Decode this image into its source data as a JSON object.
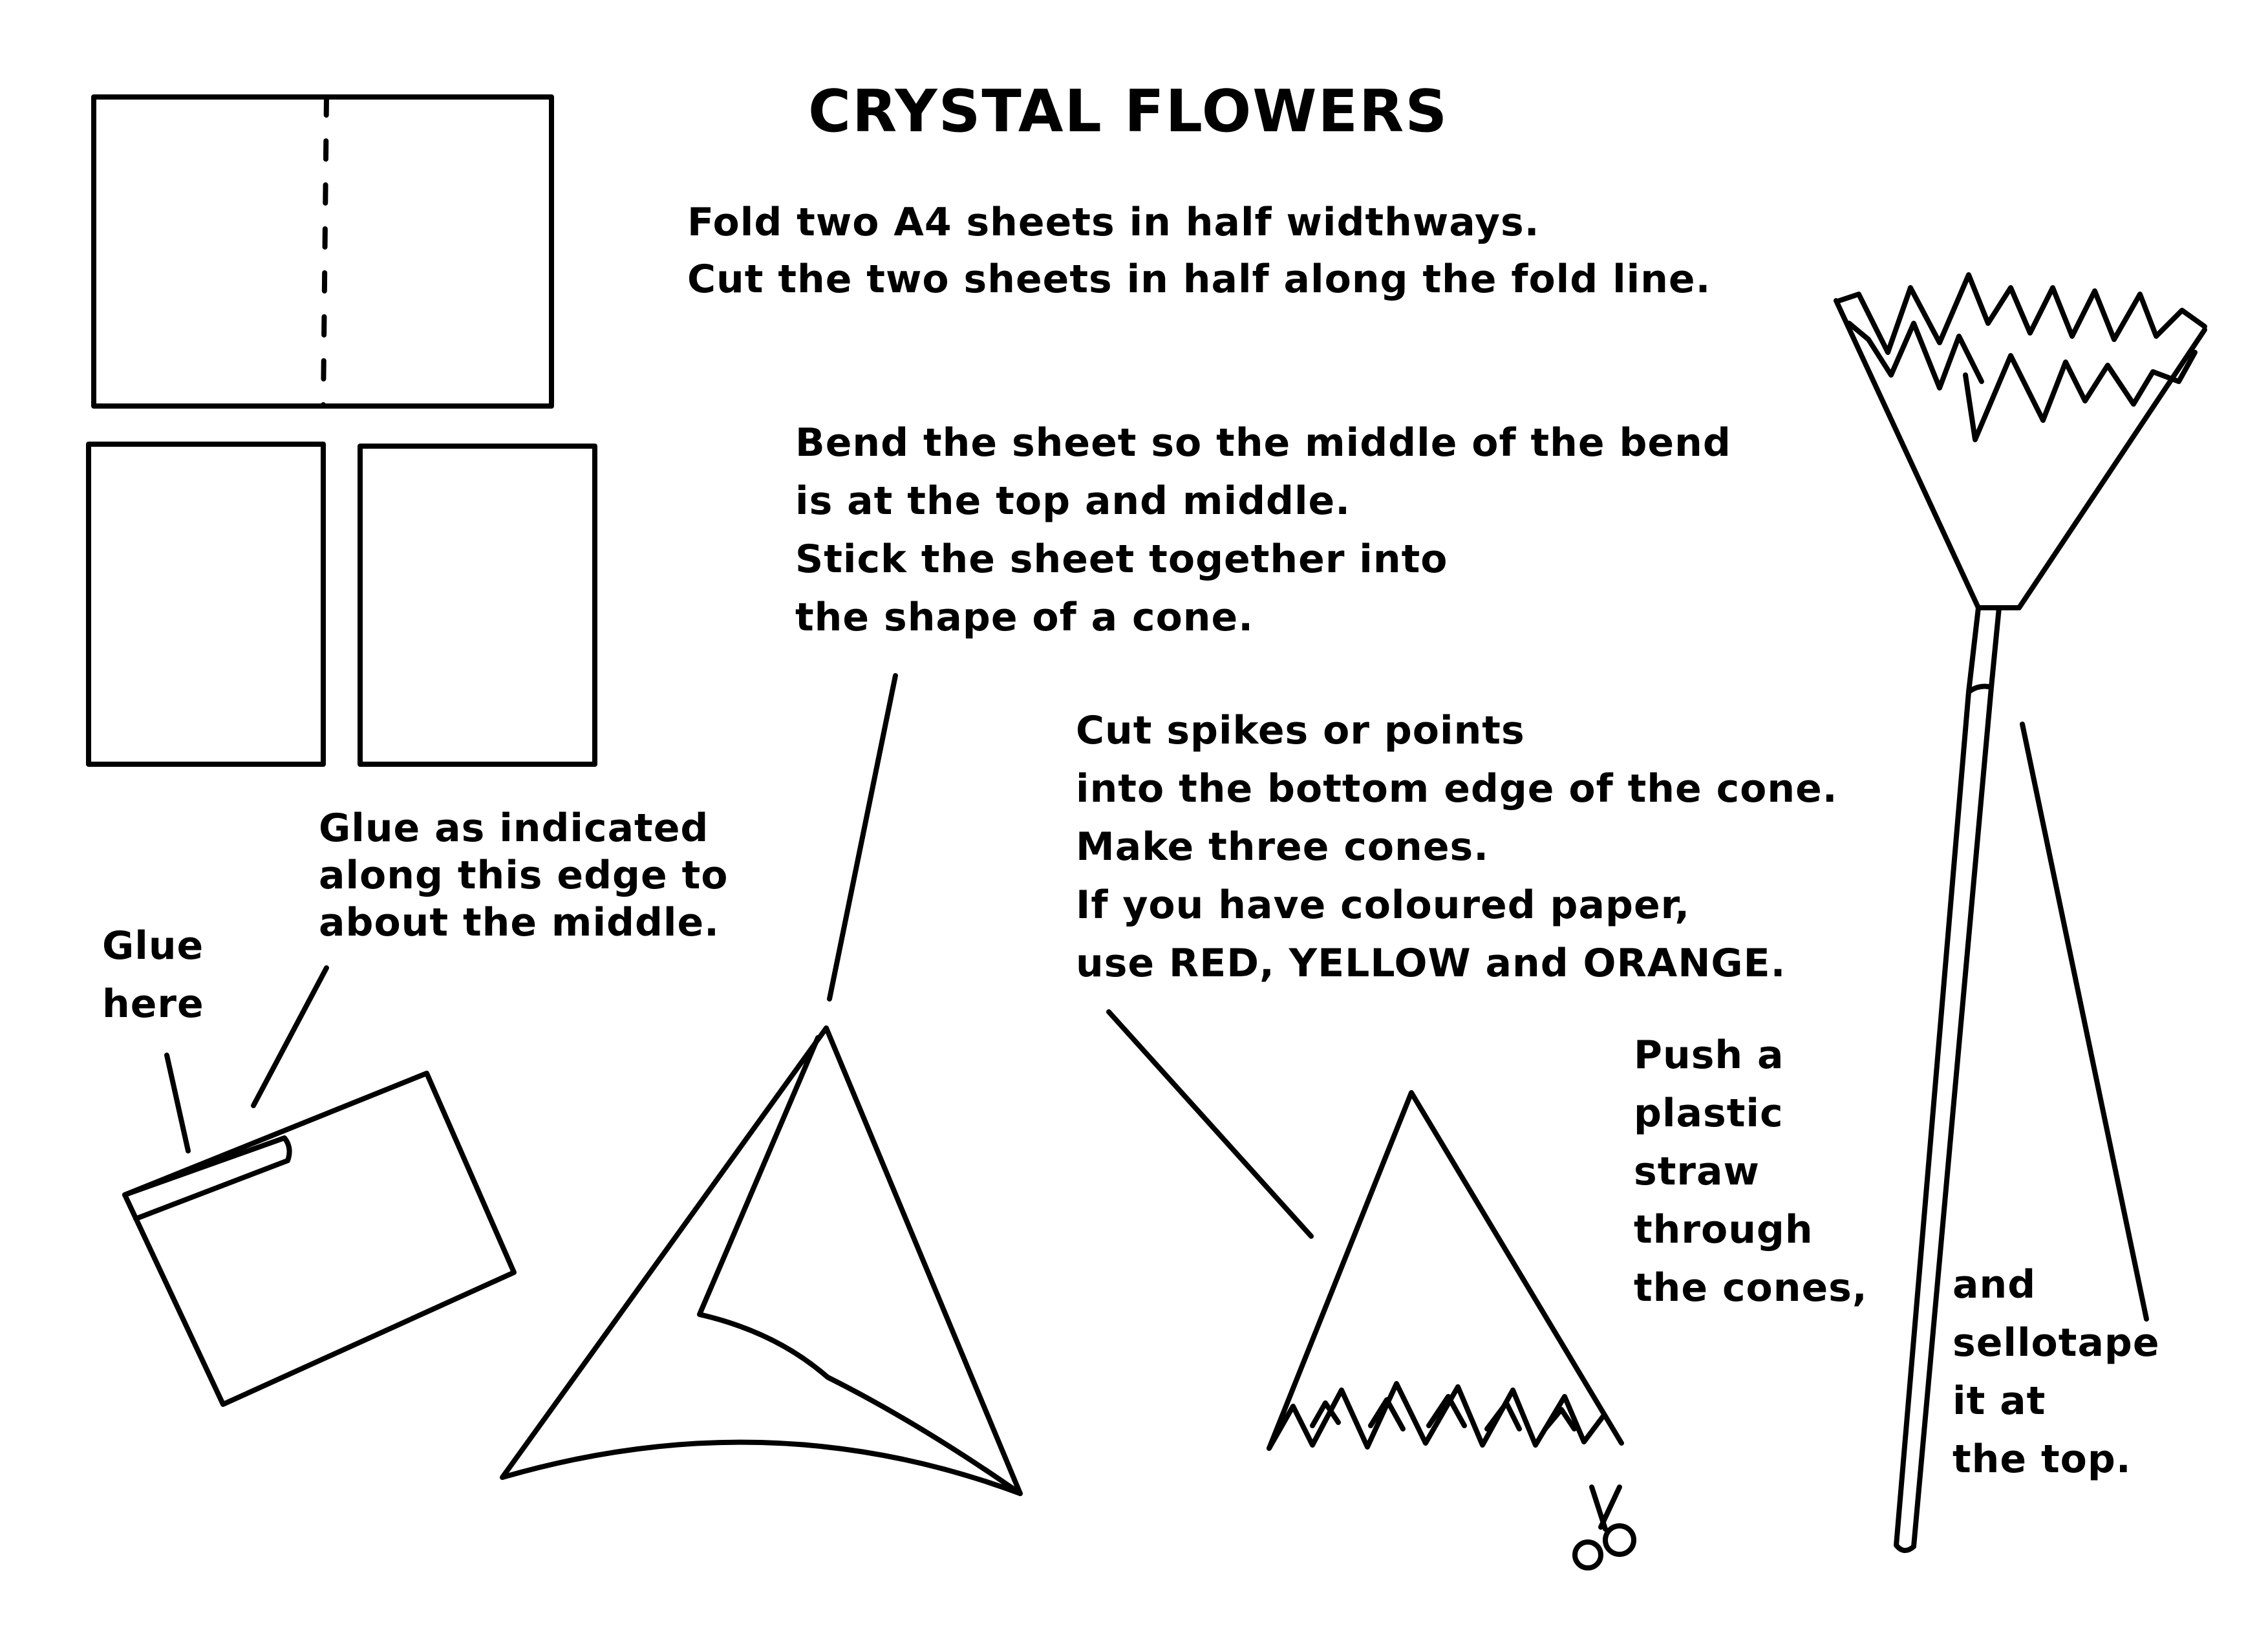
{
  "title": "CRYSTAL FLOWERS",
  "step_fold": {
    "lines": [
      "Fold two A4 sheets in half widthways.",
      "Cut the two sheets in half along the fold line."
    ]
  },
  "step_bend": {
    "lines": [
      "Bend the sheet so the middle of the bend",
      "is at the top and middle.",
      "Stick the sheet together into",
      "the shape of a cone."
    ]
  },
  "step_cut": {
    "lines": [
      "Cut spikes or points",
      "into the bottom edge of the cone.",
      "Make three cones.",
      "If you have coloured paper,",
      "use RED, YELLOW and ORANGE."
    ]
  },
  "step_glue": {
    "lines": [
      "Glue as indicated",
      "along this edge to",
      "about the middle."
    ]
  },
  "glue_here": {
    "lines": [
      "Glue",
      "here"
    ]
  },
  "step_push": {
    "lines": [
      "Push a",
      "plastic",
      "straw",
      "through",
      "the cones,"
    ]
  },
  "step_tape": {
    "lines": [
      "and",
      "sellotape",
      "it at",
      "the top."
    ]
  },
  "icons": [
    "scissors-icon"
  ]
}
